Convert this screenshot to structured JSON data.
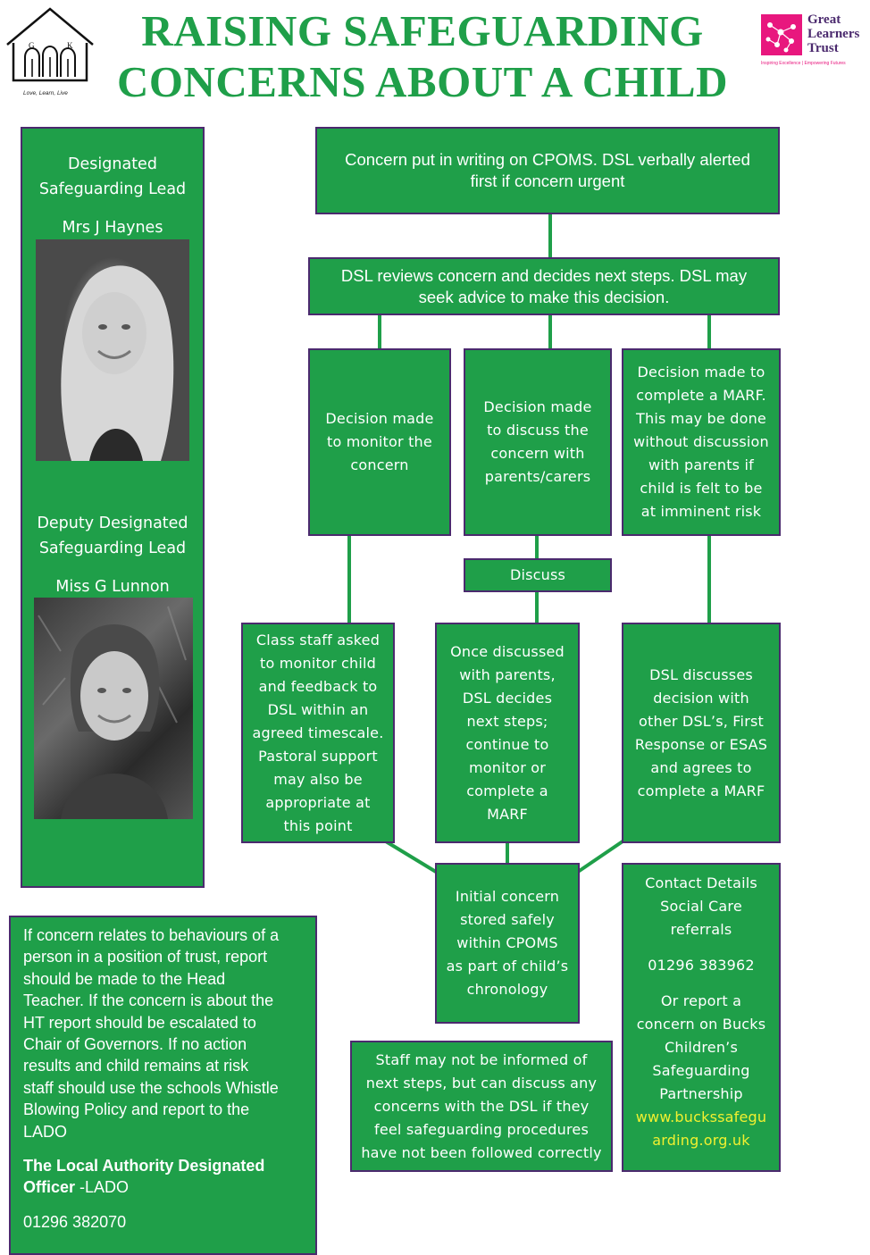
{
  "header": {
    "title_line1": "RAISING SAFEGUARDING",
    "title_line2": "CONCERNS ABOUT A CHILD",
    "school_logo": {
      "letters": [
        "G",
        "K"
      ],
      "motto": "Love, Learn, Live"
    },
    "trust_logo": {
      "line1": "Great",
      "line2": "Learners",
      "line3": "Trust",
      "tagline": "Inspiring Excellence | Empowering Futures"
    }
  },
  "colors": {
    "green": "#1f9f49",
    "border": "#4b2a6e",
    "title": "#1f9f49",
    "link": "#f1f030",
    "trust_pink": "#e8177e",
    "trust_purple": "#4b2a6e"
  },
  "sidebar": {
    "dsl_role_line1": "Designated",
    "dsl_role_line2": "Safeguarding Lead",
    "dsl_name": "Mrs J Haynes",
    "deputy_role_line1": "Deputy Designated",
    "deputy_role_line2": "Safeguarding Lead",
    "deputy_name": "Miss G Lunnon"
  },
  "flow": {
    "top": [
      "Concern put in writing on CPOMS. DSL verbally alerted",
      "first if concern urgent"
    ],
    "review": [
      "DSL reviews concern and decides next steps. DSL may",
      "seek advice to make this decision."
    ],
    "monitor": [
      "Decision made",
      "to monitor the",
      "concern"
    ],
    "discuss_parents": [
      "Decision made",
      "to discuss the",
      "concern with",
      "parents/carers"
    ],
    "marf": [
      "Decision made to",
      "complete a MARF.",
      "This may be done",
      "without discussion",
      "with parents if",
      "child is felt to be",
      "at imminent risk"
    ],
    "discuss": "Discuss",
    "class_staff": [
      "Class staff asked",
      "to monitor child",
      "and feedback to",
      "DSL within an",
      "agreed timescale.",
      "Pastoral support",
      "may also be",
      "appropriate at",
      "this point"
    ],
    "once_discussed": [
      "Once discussed",
      "with parents,",
      "DSL decides",
      "next steps;",
      "continue to",
      "monitor or",
      "complete a",
      "MARF"
    ],
    "dsl_discusses": [
      "DSL discusses",
      "decision with",
      "other DSL’s, First",
      "Response or ESAS",
      "and agrees to",
      "complete a MARF"
    ],
    "initial_concern": [
      "Initial concern",
      "stored safely",
      "within CPOMS",
      "as part of child’s",
      "chronology"
    ],
    "staff_informed": [
      "Staff may not be informed of",
      "next steps, but can discuss any",
      "concerns with the DSL if they",
      "feel safeguarding procedures",
      "have not been followed correctly"
    ]
  },
  "contact": {
    "heading": [
      "Contact Details",
      "Social Care",
      "referrals"
    ],
    "phone": "01296 383962",
    "report": [
      "Or report a",
      "concern on Bucks",
      "Children’s",
      "Safeguarding",
      "Partnership"
    ],
    "link": [
      "www.buckssafegu",
      "arding.org.uk"
    ]
  },
  "lado": {
    "text": [
      "If concern relates to behaviours of a",
      "person in a position of trust, report",
      "should be made to the Head",
      "Teacher. If the concern is about the",
      "HT report should be escalated to",
      "Chair of Governors. If no action",
      "results and child remains at risk",
      "staff should use the schools Whistle",
      "Blowing Policy and report to the",
      "LADO"
    ],
    "heading": [
      "The Local Authority Designated",
      "Officer"
    ],
    "heading_suffix": " -LADO",
    "phone": "01296 382070"
  }
}
